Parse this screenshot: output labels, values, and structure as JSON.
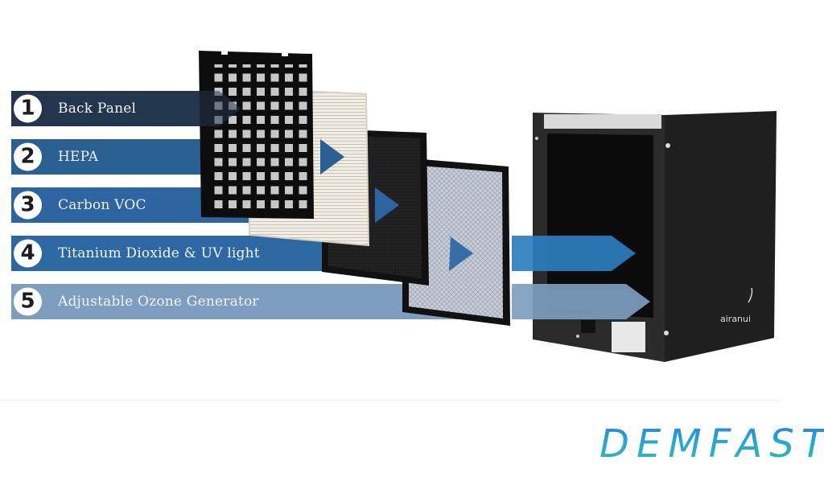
{
  "filters": [
    {
      "number": "1",
      "label": "Back Panel",
      "color": "#24364d"
    },
    {
      "number": "2",
      "label": "HEPA",
      "color": "#2a5f93"
    },
    {
      "number": "3",
      "label": "Carbon VOC",
      "color": "#2c65a0"
    },
    {
      "number": "4",
      "label": "Titanium Dioxide & UV light",
      "color": "#2d68a3"
    },
    {
      "number": "5",
      "label": "Adjustable Ozone Generator",
      "color": "#7d9ebe"
    }
  ],
  "product": {
    "brand": "airanui"
  },
  "logo": {
    "text": "DEMFAST"
  }
}
